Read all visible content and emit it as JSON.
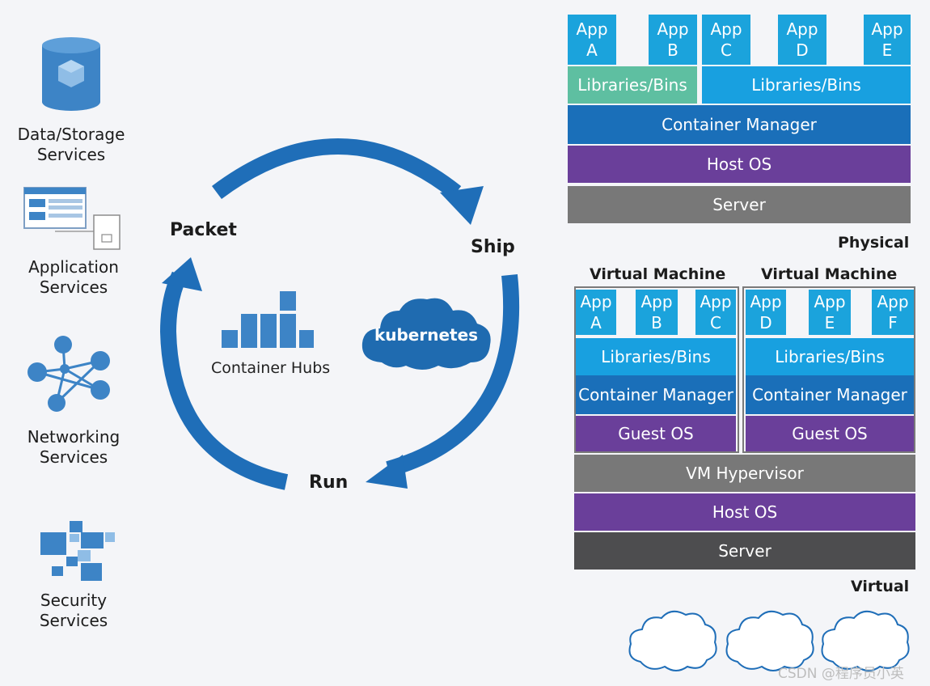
{
  "services": [
    {
      "label": "Data/Storage\nServices",
      "icon": "database-icon"
    },
    {
      "label": "Application\nServices",
      "icon": "application-window-icon"
    },
    {
      "label": "Networking\nServices",
      "icon": "network-nodes-icon"
    },
    {
      "label": "Security\nServices",
      "icon": "security-blocks-icon"
    }
  ],
  "cycle": {
    "packet": "Packet",
    "ship": "Ship",
    "run": "Run",
    "hubs": "Container Hubs",
    "kubernetes": "kubernetes"
  },
  "physical": {
    "apps": [
      [
        "App",
        "A"
      ],
      [
        "App",
        "B"
      ],
      [
        "App",
        "C"
      ],
      [
        "App",
        "D"
      ],
      [
        "App",
        "E"
      ]
    ],
    "libs_left": "Libraries/Bins",
    "libs_right": "Libraries/Bins",
    "container_manager": "Container Manager",
    "host_os": "Host OS",
    "server": "Server",
    "title": "Physical"
  },
  "virtual": {
    "vm_title_1": "Virtual Machine",
    "vm_title_2": "Virtual Machine",
    "vm1_apps": [
      [
        "App",
        "A"
      ],
      [
        "App",
        "B"
      ],
      [
        "App",
        "C"
      ]
    ],
    "vm2_apps": [
      [
        "App",
        "D"
      ],
      [
        "App",
        "E"
      ],
      [
        "App",
        "F"
      ]
    ],
    "libs": "Libraries/Bins",
    "container_manager": "Container Manager",
    "guest_os": "Guest OS",
    "hypervisor": "VM Hypervisor",
    "host_os": "Host OS",
    "server": "Server",
    "title": "Virtual"
  },
  "watermark": "CSDN @程序员小英",
  "colors": {
    "app_blue": "#1ba3dc",
    "libs_green": "#5ebfa1",
    "libs_blue": "#18a0e0",
    "container_blue": "#1a6fb9",
    "purple": "#6a3f9a",
    "gray": "#787878",
    "dark_gray": "#4d4d4f",
    "arrow_blue": "#1f6eb8",
    "cloud_blue": "#1f6bb0"
  }
}
